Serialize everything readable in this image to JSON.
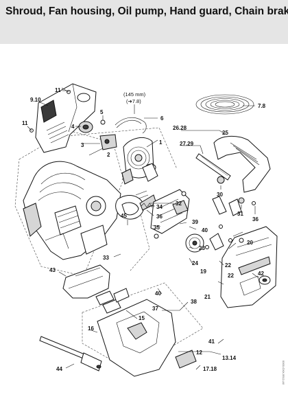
{
  "title": "Shroud, Fan housing, Oil pump, Hand guard, Chain brake",
  "callouts": {
    "c11a": "11",
    "c910": "9.10",
    "c11b": "11",
    "c4": "4",
    "c5": "5",
    "c3": "3",
    "c2": "2",
    "c145": "(145 mm)",
    "c78a": "(➜7.8)",
    "c6": "6",
    "c1": "1",
    "c78b": "7.8",
    "c2628": "26.28",
    "c25": "25",
    "c2729": "27.29",
    "c30": "30",
    "c31": "31",
    "c36": "36",
    "c32": "32",
    "c34": "34",
    "c45": "45",
    "c36b": "36",
    "c35": "35",
    "c33": "33",
    "c39": "39",
    "c40a": "40",
    "c23": "23",
    "c24": "24",
    "c19": "19",
    "c20": "20",
    "c22a": "22",
    "c21": "21",
    "c22b": "22",
    "c40b": "40",
    "c38": "38",
    "c37": "37",
    "c43": "43",
    "c42": "42",
    "c41": "41",
    "c15": "15",
    "c16": "16",
    "c12": "12",
    "c1314": "13.14",
    "c1718": "17.18",
    "c44": "44"
  },
  "footer": {
    "page_code": "0000-GXX-5512-A0"
  }
}
